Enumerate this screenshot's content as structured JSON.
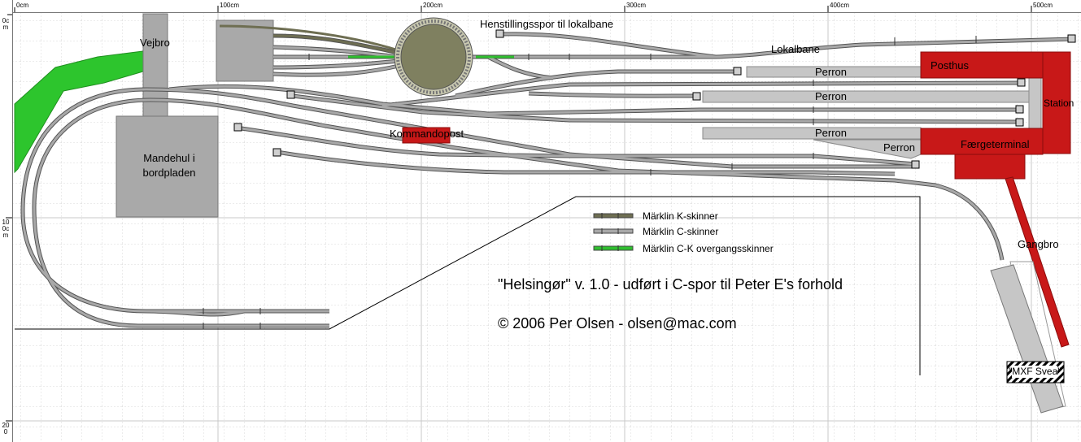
{
  "ruler": {
    "horizontal": [
      "0cm",
      "100cm",
      "200cm",
      "300cm",
      "400cm",
      "500cm"
    ],
    "vertical": [
      "0cm",
      "100cm",
      "200"
    ]
  },
  "labels": {
    "vejbro": "Vejbro",
    "henstillingsspor": "Henstillingsspor til lokalbane",
    "lokalbane": "Lokalbane",
    "posthus": "Posthus",
    "station": "Station",
    "perron": "Perron",
    "kommandopost": "Kommandopost",
    "faergeterminal": "Færgeterminal",
    "mandehul": "Mandehul i bordpladen",
    "gangbro": "Gangbro",
    "mxf_svea": "\"MXF Svea\""
  },
  "legend": {
    "items": [
      {
        "label": "Märklin K-skinner",
        "color": "#6e6e52"
      },
      {
        "label": "Märklin C-skinner",
        "color": "#a8a8a8"
      },
      {
        "label": "Märklin C-K overgangsskinner",
        "color": "#2fbf2f"
      }
    ]
  },
  "title": {
    "line1": "\"Helsingør\" v. 1.0  - udført i C-spor til Peter E's forhold",
    "line2": "© 2006 Per Olsen - olsen@mac.com"
  },
  "colors": {
    "grid": "#d8d8d8",
    "track_c": "#a8a8a8",
    "track_k": "#6e6e52",
    "track_ck": "#2fbf2f",
    "turntable": "#7f8060",
    "red": "#c81818",
    "platform": "#c6c6c6",
    "grass": "#2dc52d"
  }
}
